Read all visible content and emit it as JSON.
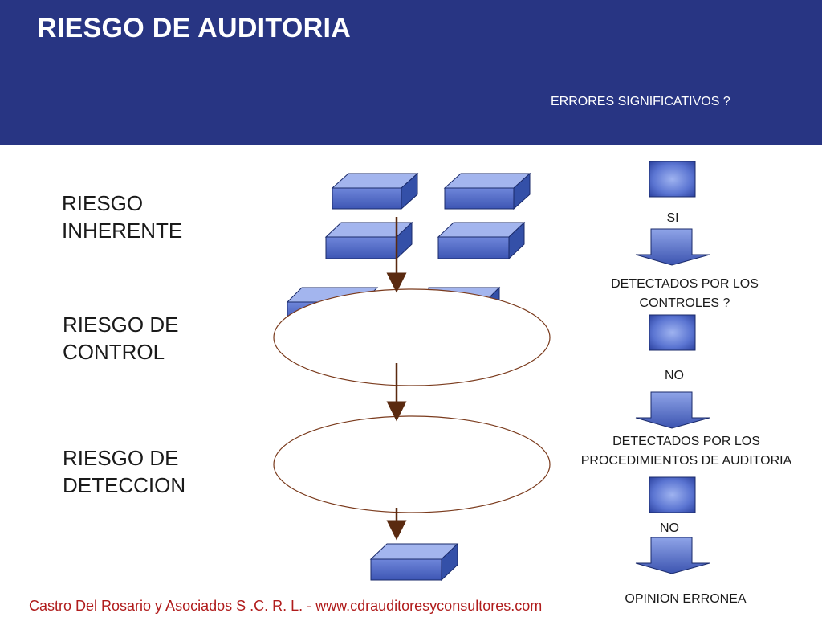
{
  "title": "RIESGO DE AUDITORIA",
  "header_question": "ERRORES SIGNIFICATIVOS ?",
  "left_labels": {
    "inherente": [
      "RIESGO",
      "INHERENTE"
    ],
    "control": [
      "RIESGO DE",
      "CONTROL"
    ],
    "deteccion": [
      "RIESGO DE",
      "DETECCION"
    ]
  },
  "right_flow": {
    "si": "SI",
    "q_controles": [
      "DETECTADOS POR LOS",
      "CONTROLES ?"
    ],
    "no_1": "NO",
    "q_procedimientos": [
      "DETECTADOS POR LOS",
      "PROCEDIMIENTOS DE AUDITORIA"
    ],
    "no_2": "NO",
    "result": "OPINION ERRONEA"
  },
  "footer": "Castro Del Rosario y Asociados S .C. R. L.  -   www.cdrauditoresyconsultores.com",
  "colors": {
    "header_bg": "#283583",
    "box_face": "#4a66c8",
    "box_top": "#8da2e6",
    "box_side": "#3450a8",
    "arrow": "#5a2a10",
    "ellipse_stroke": "#7a3a1c",
    "footer_text": "#b01c1c"
  }
}
